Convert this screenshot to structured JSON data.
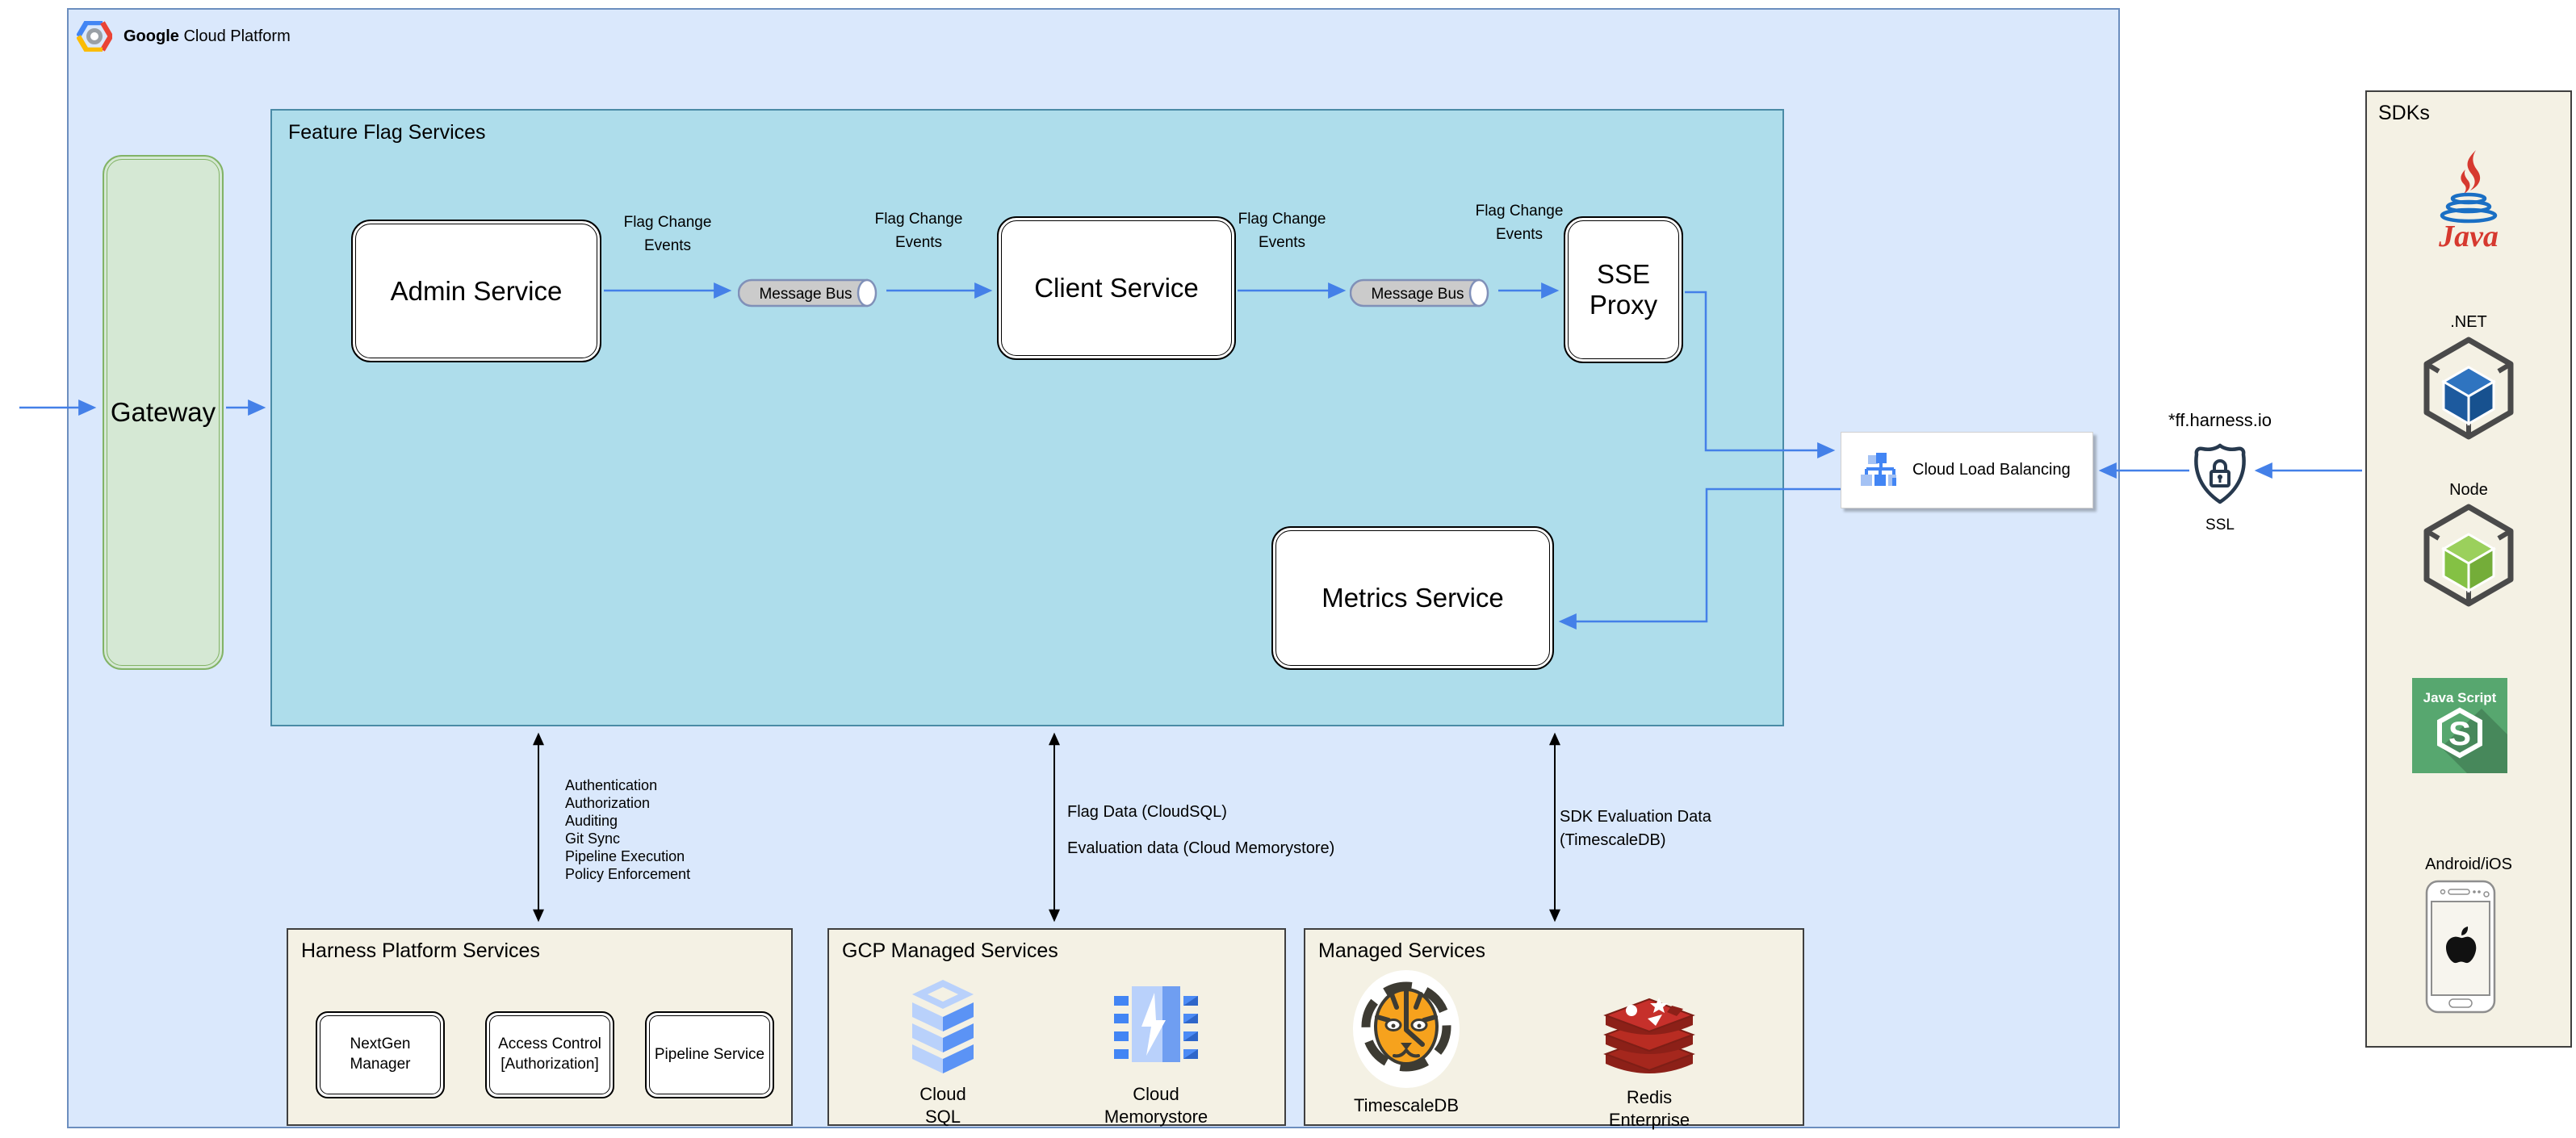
{
  "gcp": {
    "brand": "Google",
    "brand_suffix": "Cloud Platform"
  },
  "gateway": {
    "label": "Gateway"
  },
  "ffs": {
    "title": "Feature Flag Services",
    "admin": "Admin Service",
    "client": "Client Service",
    "sse": "SSE Proxy",
    "metrics": "Metrics Service",
    "bus": "Message Bus",
    "flag_change": "Flag Change Events"
  },
  "clb": {
    "label": "Cloud Load Balancing"
  },
  "ssl": {
    "domain": "*ff.harness.io",
    "label": "SSL"
  },
  "sdks": {
    "title": "SDKs",
    "java_label": "Java",
    "dotnet_label": ".NET",
    "node_label": "Node",
    "js_label": "Java Script",
    "js_glyph": "S",
    "android_label": "Android/iOS"
  },
  "annotations": {
    "platform": [
      "Authentication",
      "Authorization",
      "Auditing",
      "Git Sync",
      "Pipeline Execution",
      "Policy Enforcement"
    ],
    "flag_data": "Flag Data (CloudSQL)",
    "eval_data": "Evaluation data (Cloud Memorystore)",
    "sdk_eval": "SDK Evaluation Data (TimescaleDB)"
  },
  "harness": {
    "title": "Harness Platform Services",
    "box1": "NextGen Manager",
    "box2": "Access Control [Authorization]",
    "box3": "Pipeline Service"
  },
  "gcp_managed": {
    "title": "GCP Managed Services",
    "sql": "Cloud SQL",
    "memorystore": "Cloud Memorystore"
  },
  "managed": {
    "title": "Managed Services",
    "timescale": "TimescaleDB",
    "redis": "Redis Enterprise"
  },
  "colors": {
    "outer_fill": "#dae8fc",
    "outer_stroke": "#6c8ebf",
    "ffs_fill": "#aeddeb",
    "gateway_fill": "#d5e8d4",
    "gateway_stroke": "#82b366",
    "panel_fill": "#f4f1e4",
    "arrow_blue": "#4480e8",
    "arrow_black": "#000000",
    "gcp_icon_blue": "#4285f4",
    "gcp_icon_light": "#a4c2f4",
    "redis_red": "#c6302b",
    "tiger_orange": "#f6a21d",
    "js_green": "#57a76f"
  }
}
